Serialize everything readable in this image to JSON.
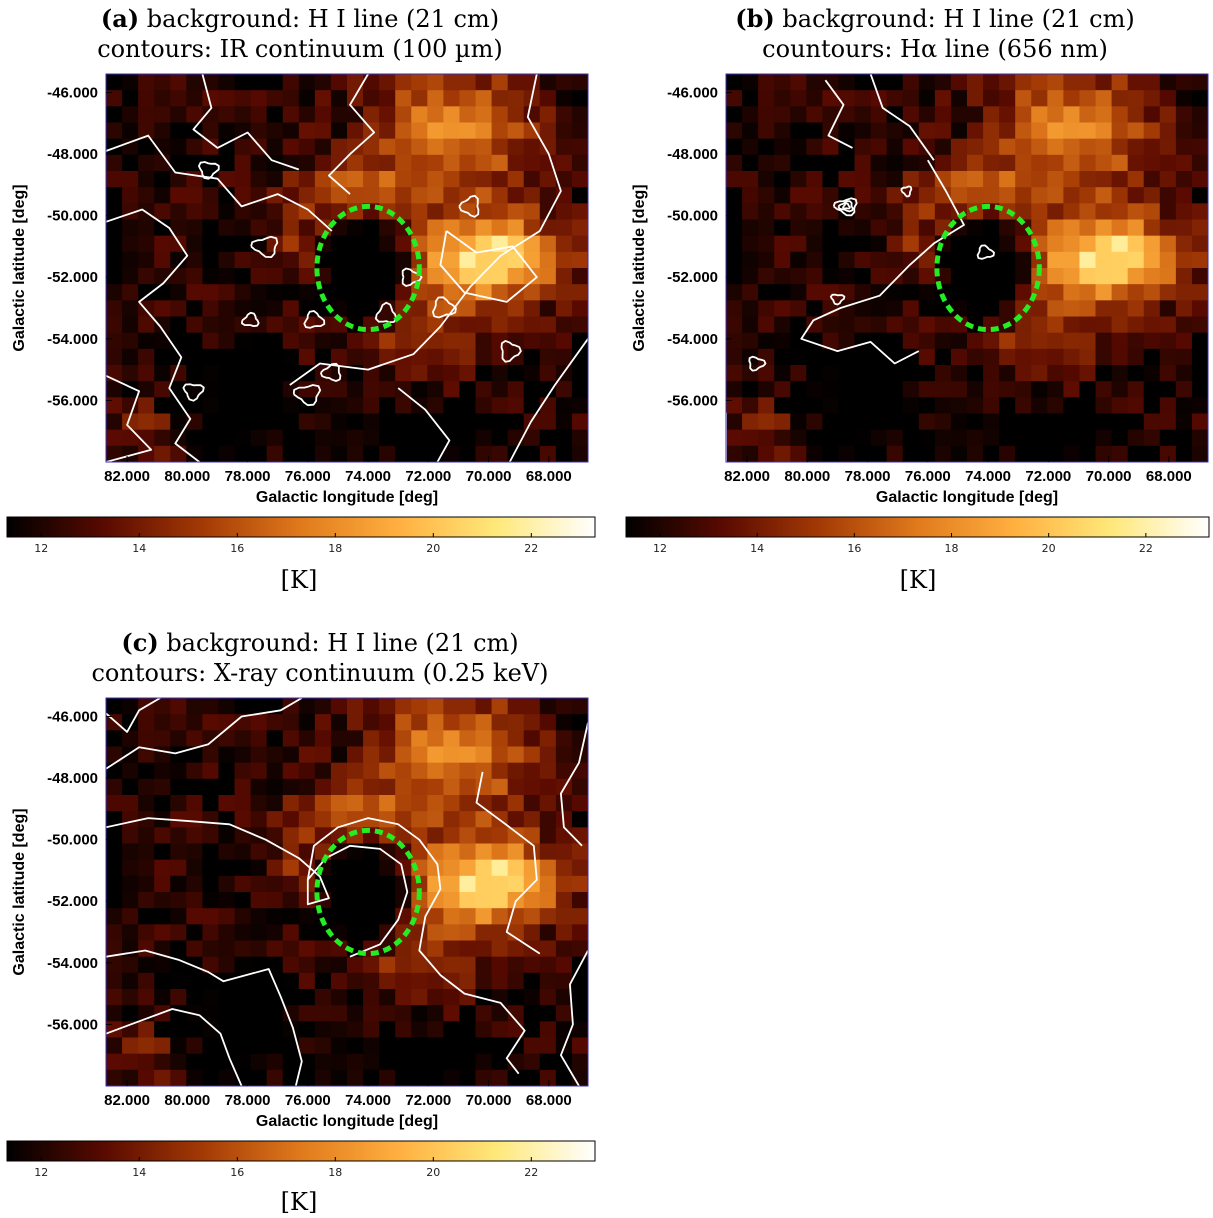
{
  "chart_data": [
    {
      "type": "heatmap",
      "label": "(a)",
      "title_line1": "background: H I line (21 cm)",
      "title_line2": "contours: IR continuum (100 µm)",
      "xlabel": "Galactic longitude [deg]",
      "ylabel": "Galactic latitude [deg]",
      "x_ticks": [
        "82.000",
        "80.000",
        "78.000",
        "76.000",
        "74.000",
        "72.000",
        "70.000",
        "68.000"
      ],
      "y_ticks": [
        "-46.000",
        "-48.000",
        "-50.000",
        "-52.000",
        "-54.000",
        "-56.000"
      ],
      "xlim": [
        82.7,
        66.7
      ],
      "ylim": [
        -58.0,
        -45.4
      ],
      "colorbar_ticks": [
        "12",
        "14",
        "16",
        "18",
        "20",
        "22"
      ],
      "colorbar_range": [
        11.3,
        23.3
      ],
      "unit": "[K]",
      "ellipse": {
        "center_l": 74.0,
        "center_b": -51.7,
        "radius_l": 1.7,
        "radius_b": 2.0,
        "color": "#22ee22"
      },
      "contour_color": "#ffffff"
    },
    {
      "type": "heatmap",
      "label": "(b)",
      "title_line1": "background: H I line (21 cm)",
      "title_line2": "countours: Hα line (656 nm)",
      "xlabel": "Galactic longitude [deg]",
      "ylabel": "Galactic latitude [deg]",
      "x_ticks": [
        "82.000",
        "80.000",
        "78.000",
        "76.000",
        "74.000",
        "72.000",
        "70.000",
        "68.000"
      ],
      "y_ticks": [
        "-46.000",
        "-48.000",
        "-50.000",
        "-52.000",
        "-54.000",
        "-56.000"
      ],
      "xlim": [
        82.7,
        66.7
      ],
      "ylim": [
        -58.0,
        -45.4
      ],
      "colorbar_ticks": [
        "12",
        "14",
        "16",
        "18",
        "20",
        "22"
      ],
      "colorbar_range": [
        11.3,
        23.3
      ],
      "unit": "[K]",
      "ellipse": {
        "center_l": 74.0,
        "center_b": -51.7,
        "radius_l": 1.7,
        "radius_b": 2.0,
        "color": "#22ee22"
      },
      "contour_color": "#ffffff"
    },
    {
      "type": "heatmap",
      "label": "(c)",
      "title_line1": "background: H I line (21 cm)",
      "title_line2": "contours: X-ray continuum (0.25 keV)",
      "xlabel": "Galactic longitude [deg]",
      "ylabel": "Galactic latitude [deg]",
      "x_ticks": [
        "82.000",
        "80.000",
        "78.000",
        "76.000",
        "74.000",
        "72.000",
        "70.000",
        "68.000"
      ],
      "y_ticks": [
        "-46.000",
        "-48.000",
        "-50.000",
        "-52.000",
        "-54.000",
        "-56.000"
      ],
      "xlim": [
        82.7,
        66.7
      ],
      "ylim": [
        -58.0,
        -45.4
      ],
      "colorbar_ticks": [
        "12",
        "14",
        "16",
        "18",
        "20",
        "22"
      ],
      "colorbar_range": [
        11.3,
        23.3
      ],
      "unit": "[K]",
      "ellipse": {
        "center_l": 74.0,
        "center_b": -51.7,
        "radius_l": 1.7,
        "radius_b": 2.0,
        "color": "#22ee22"
      },
      "contour_color": "#ffffff"
    }
  ],
  "colormap": [
    "#000000",
    "#5a0a00",
    "#a33a05",
    "#e07a1c",
    "#ffb040",
    "#ffe87a",
    "#ffffff"
  ]
}
